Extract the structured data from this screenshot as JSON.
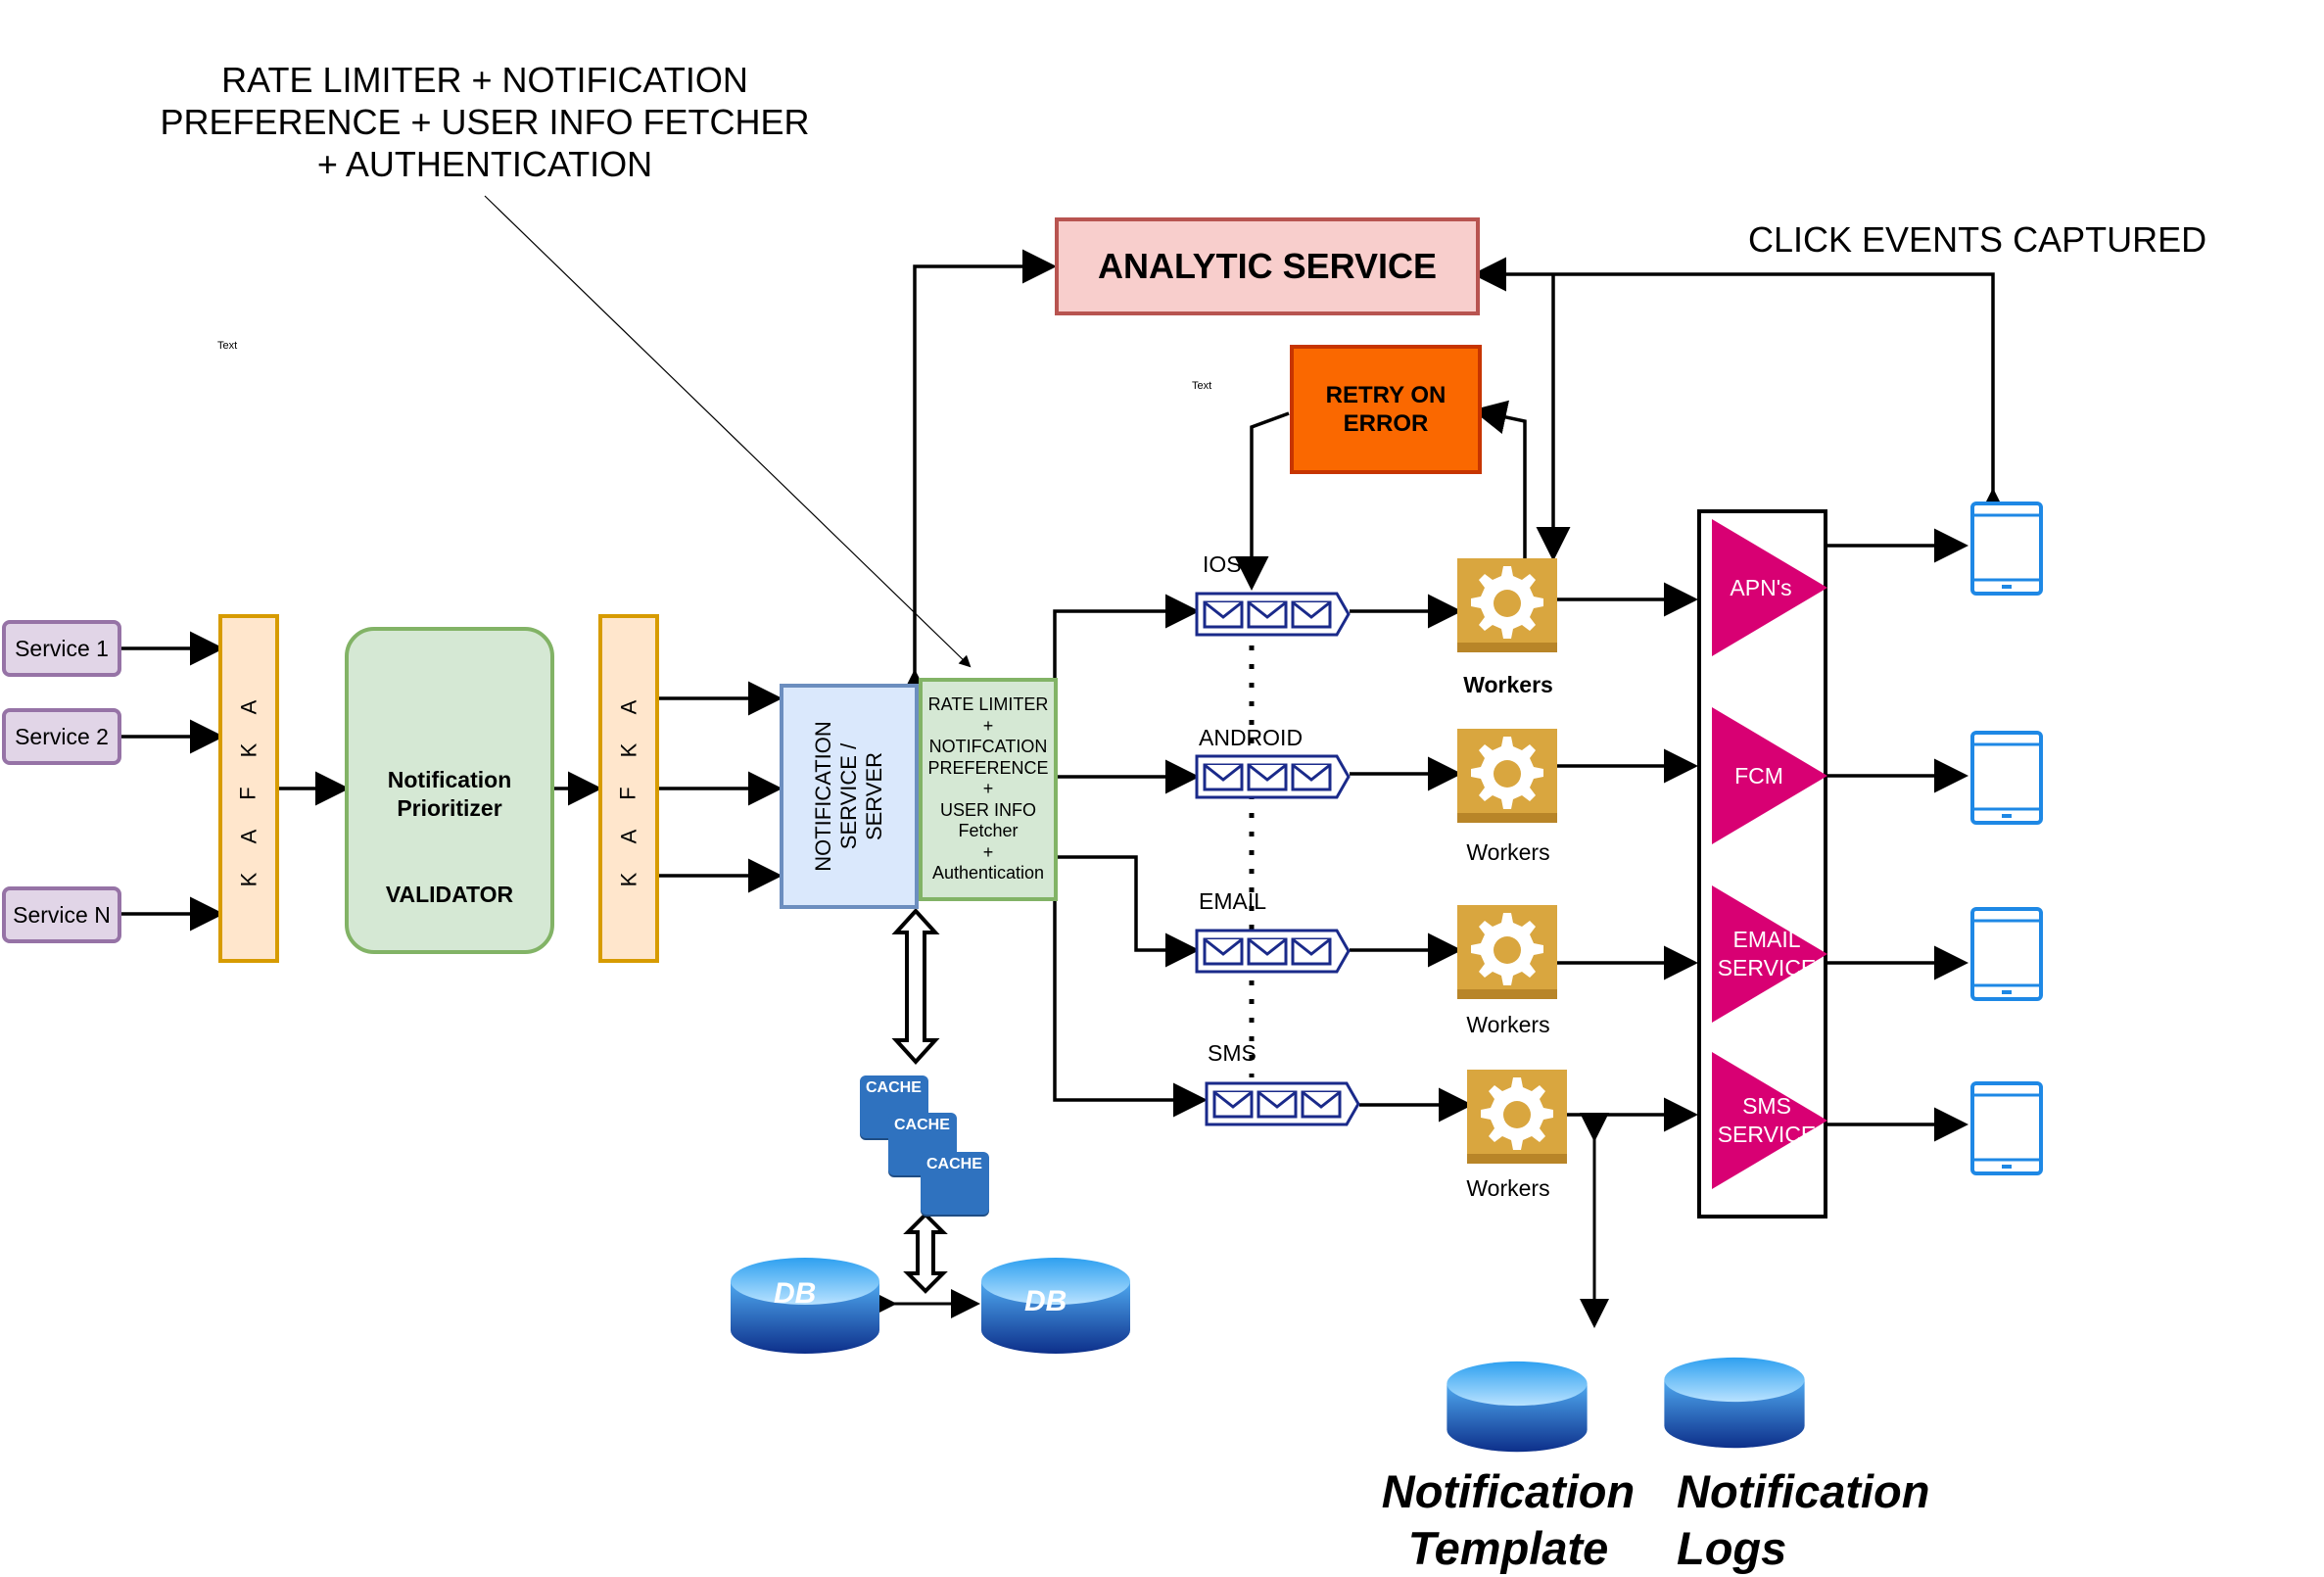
{
  "annotation": {
    "line1": "RATE LIMITER +  NOTIFICATION",
    "line2": "PREFERENCE + USER INFO FETCHER",
    "line3": "+ AUTHENTICATION"
  },
  "click_events": "CLICK EVENTS CAPTURED",
  "placeholder_text": "Text",
  "services": [
    "Service 1",
    "Service 2",
    "Service N"
  ],
  "kafka_letters": [
    "K",
    "A",
    "F",
    "K",
    "A"
  ],
  "prioritizer": {
    "line1": "Notification",
    "line2": "Prioritizer",
    "line3": "VALIDATOR"
  },
  "notification_service": {
    "line1": "NOTIFICATION",
    "line2": "SERVICE /",
    "line3": "SERVER"
  },
  "middleware": [
    "RATE LIMITER",
    "+",
    "NOTIFCATION",
    "PREFERENCE",
    "+",
    "USER INFO",
    "Fetcher",
    "+",
    "Authentication"
  ],
  "analytic_service": "ANALYTIC SERVICE",
  "retry": {
    "line1": "RETRY ON",
    "line2": "ERROR"
  },
  "queues": [
    "IOS",
    "ANDROID",
    "EMAIL",
    "SMS"
  ],
  "workers": [
    "Workers",
    "Workers",
    "Workers",
    "Workers"
  ],
  "providers": [
    {
      "line1": "APN's",
      "line2": ""
    },
    {
      "line1": "FCM",
      "line2": ""
    },
    {
      "line1": "EMAIL",
      "line2": "SERVICE"
    },
    {
      "line1": "SMS",
      "line2": "SERVICE"
    }
  ],
  "cache_labels": [
    "CACHE",
    "CACHE",
    "CACHE"
  ],
  "db_labels": [
    "DB",
    "DB"
  ],
  "notification_template": {
    "line1": "Notification",
    "line2": "Template"
  },
  "notification_logs": {
    "line1": "Notification",
    "line2": "Logs"
  },
  "colors": {
    "service_fill": "#e1d5e7",
    "service_stroke": "#9673a6",
    "kafka_fill": "#ffe6cc",
    "kafka_stroke": "#d79b00",
    "green_fill": "#d5e8d4",
    "green_stroke": "#82b366",
    "blue_fill": "#dae8fc",
    "blue_stroke": "#6c8ebf",
    "analytic_fill": "#f8cecc",
    "analytic_stroke": "#b85450",
    "retry_fill": "#fa6800",
    "retry_stroke": "#c73500",
    "provider_fill": "#d80073",
    "worker_fill": "#d9a63f",
    "device_stroke": "#1e88e5",
    "queue_stroke": "#1a2a8a"
  }
}
